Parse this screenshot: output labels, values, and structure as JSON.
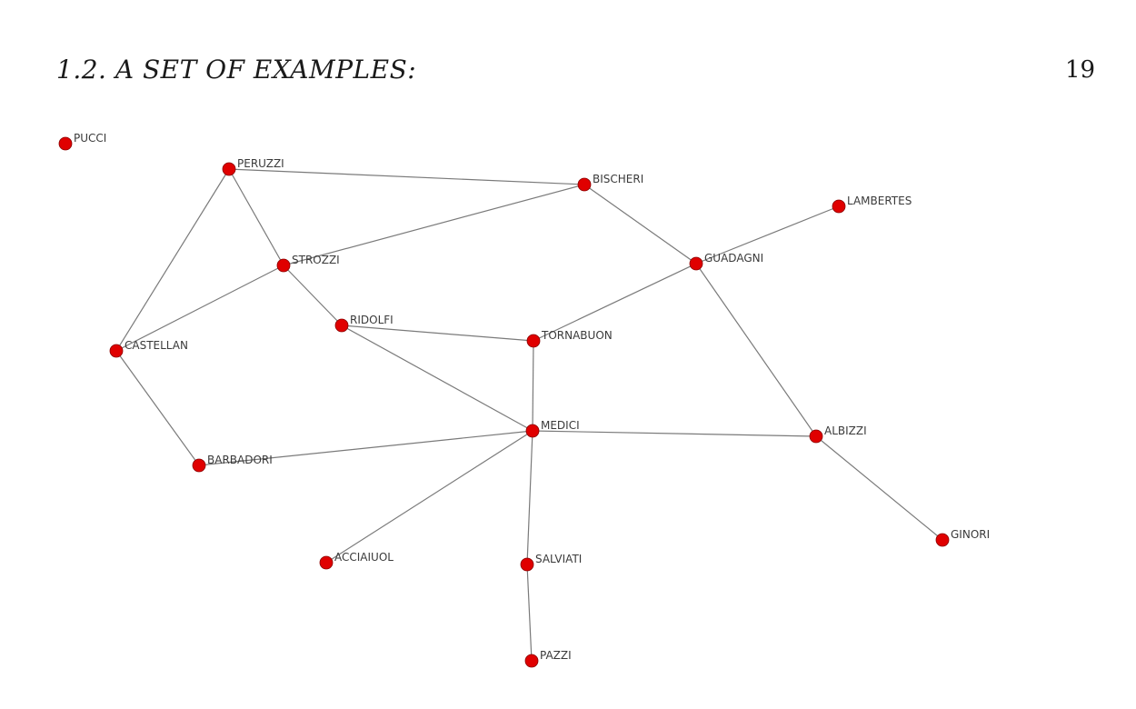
{
  "header": {
    "section_title": "1.2.  A SET OF EXAMPLES:",
    "page_number": "19"
  },
  "graph": {
    "node_color": "#e00000",
    "edge_color": "#7a7a7a",
    "nodes": [
      {
        "id": "PUCCI",
        "label": "PUCCI"
      },
      {
        "id": "PERUZZI",
        "label": "PERUZZI"
      },
      {
        "id": "BISCHERI",
        "label": "BISCHERI"
      },
      {
        "id": "LAMBERTES",
        "label": "LAMBERTES"
      },
      {
        "id": "GUADAGNI",
        "label": "GUADAGNI"
      },
      {
        "id": "STROZZI",
        "label": "STROZZI"
      },
      {
        "id": "RIDOLFI",
        "label": "RIDOLFI"
      },
      {
        "id": "TORNABUON",
        "label": "TORNABUON"
      },
      {
        "id": "CASTELLAN",
        "label": "CASTELLAN"
      },
      {
        "id": "MEDICI",
        "label": "MEDICI"
      },
      {
        "id": "ALBIZZI",
        "label": "ALBIZZI"
      },
      {
        "id": "BARBADORI",
        "label": "BARBADORI"
      },
      {
        "id": "ACCIAIUOL",
        "label": "ACCIAIUOL"
      },
      {
        "id": "SALVIATI",
        "label": "SALVIATI"
      },
      {
        "id": "GINORI",
        "label": "GINORI"
      },
      {
        "id": "PAZZI",
        "label": "PAZZI"
      }
    ],
    "edges": [
      [
        "PERUZZI",
        "BISCHERI"
      ],
      [
        "PERUZZI",
        "STROZZI"
      ],
      [
        "PERUZZI",
        "CASTELLAN"
      ],
      [
        "BISCHERI",
        "STROZZI"
      ],
      [
        "BISCHERI",
        "GUADAGNI"
      ],
      [
        "LAMBERTES",
        "GUADAGNI"
      ],
      [
        "GUADAGNI",
        "TORNABUON"
      ],
      [
        "GUADAGNI",
        "ALBIZZI"
      ],
      [
        "STROZZI",
        "CASTELLAN"
      ],
      [
        "STROZZI",
        "RIDOLFI"
      ],
      [
        "RIDOLFI",
        "TORNABUON"
      ],
      [
        "RIDOLFI",
        "MEDICI"
      ],
      [
        "TORNABUON",
        "MEDICI"
      ],
      [
        "CASTELLAN",
        "BARBADORI"
      ],
      [
        "MEDICI",
        "BARBADORI"
      ],
      [
        "MEDICI",
        "ALBIZZI"
      ],
      [
        "MEDICI",
        "ACCIAIUOL"
      ],
      [
        "MEDICI",
        "SALVIATI"
      ],
      [
        "ALBIZZI",
        "GINORI"
      ],
      [
        "SALVIATI",
        "PAZZI"
      ]
    ]
  }
}
